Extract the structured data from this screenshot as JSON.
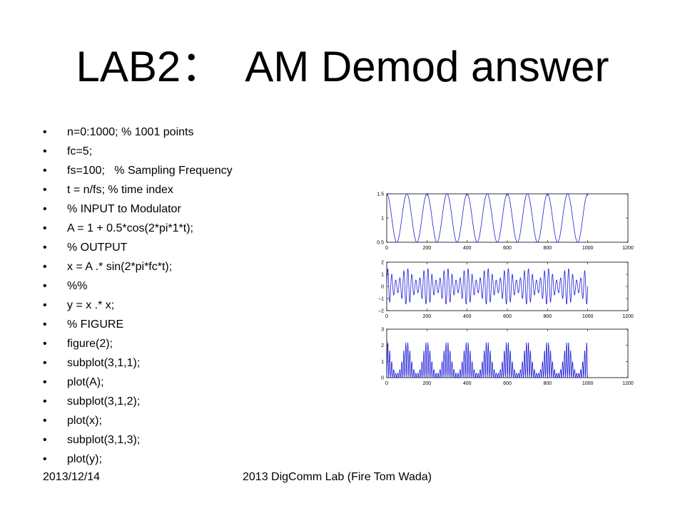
{
  "slide": {
    "title": "LAB2：　AM Demod answer",
    "code_lines": [
      "n=0:1000; % 1001 points",
      "fc=5;",
      "fs=100;   % Sampling Frequency",
      "t = n/fs; % time index",
      "% INPUT to Modulator",
      "A = 1 + 0.5*cos(2*pi*1*t);",
      "% OUTPUT",
      "x = A .* sin(2*pi*fc*t);",
      "%%",
      "y = x .* x;",
      "% FIGURE",
      "figure(2);",
      "subplot(3,1,1);",
      "plot(A);",
      "subplot(3,1,2);",
      "plot(x);",
      "subplot(3,1,3);",
      "plot(y);"
    ],
    "bullet": "•",
    "footer_date": "2013/12/14",
    "footer_credit": "2013 DigComm Lab (Fire Tom Wada)"
  },
  "colors": {
    "line": "#1f1fd6",
    "axis": "#000000",
    "text": "#000000"
  },
  "chart_data": [
    {
      "type": "line",
      "title": "",
      "xlabel": "",
      "ylabel": "",
      "x": {
        "start": 0,
        "end": 1000,
        "count": 1001
      },
      "series": [
        {
          "formula": "A = 1 + 0.5*cos(2*pi*1*t), t = n/100"
        }
      ],
      "xlim": [
        0,
        1200
      ],
      "ylim": [
        0.5,
        1.5
      ],
      "xticks": [
        "0",
        "200",
        "400",
        "600",
        "800",
        "1000",
        "1200"
      ],
      "yticks": [
        "0.5",
        "1",
        "1.5"
      ],
      "grid": false
    },
    {
      "type": "line",
      "title": "",
      "xlabel": "",
      "ylabel": "",
      "x": {
        "start": 0,
        "end": 1000,
        "count": 1001
      },
      "series": [
        {
          "formula": "x = A .* sin(2*pi*5*t), t = n/100"
        }
      ],
      "xlim": [
        0,
        1200
      ],
      "ylim": [
        -2,
        2
      ],
      "xticks": [
        "0",
        "200",
        "400",
        "600",
        "800",
        "1000",
        "1200"
      ],
      "yticks": [
        "−2",
        "−1",
        "0",
        "1",
        "2"
      ],
      "grid": false
    },
    {
      "type": "line",
      "title": "",
      "xlabel": "",
      "ylabel": "",
      "x": {
        "start": 0,
        "end": 1000,
        "count": 1001
      },
      "series": [
        {
          "formula": "y = x .* x"
        }
      ],
      "xlim": [
        0,
        1200
      ],
      "ylim": [
        0,
        3
      ],
      "xticks": [
        "0",
        "200",
        "400",
        "600",
        "800",
        "1000",
        "1200"
      ],
      "yticks": [
        "0",
        "1",
        "2",
        "3"
      ],
      "grid": false
    }
  ]
}
